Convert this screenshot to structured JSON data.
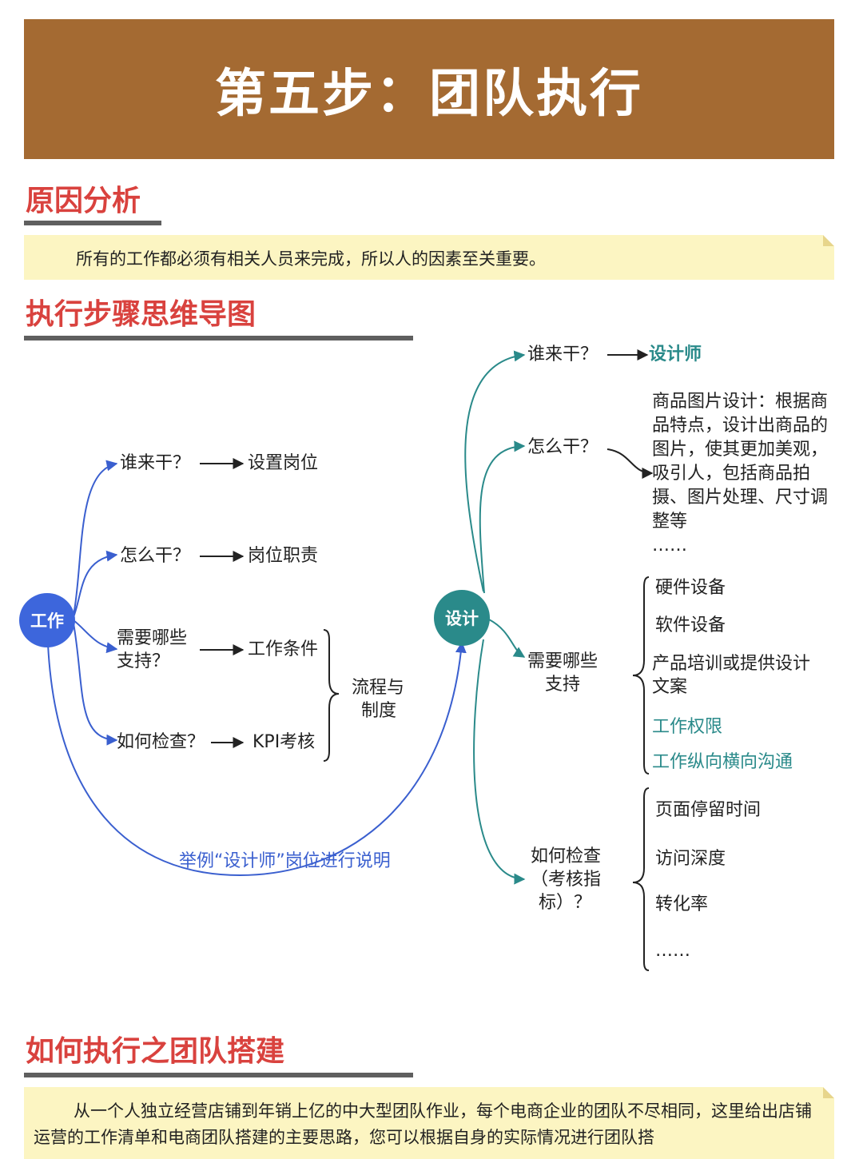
{
  "header": {
    "title": "第五步：团队执行"
  },
  "sections": {
    "reason": {
      "title": "原因分析",
      "text": "所有的工作都必须有相关人员来完成，所以人的因素至关重要。"
    },
    "mindmap": {
      "title": "执行步骤思维导图"
    },
    "team": {
      "title": "如何执行之团队搭建",
      "text": "从一个人独立经营店铺到年销上亿的中大型团队作业，每个电商企业的团队不尽相同，这里给出店铺运营的工作清单和电商团队搭建的主要思路，您可以根据自身的实际情况进行团队搭"
    }
  },
  "mindmap": {
    "left": {
      "root": "工作",
      "branches": [
        {
          "q": "谁来干？",
          "a": "设置岗位"
        },
        {
          "q": "怎么干？",
          "a": "岗位职责"
        },
        {
          "q": "需要哪些支持？",
          "q_lines": [
            "需要哪些",
            "支持？"
          ],
          "a": "工作条件"
        },
        {
          "q": "如何检查？",
          "a": "KPI考核"
        }
      ],
      "group_label_lines": [
        "流程与",
        "制度"
      ],
      "link_label": "举例“设计师”岗位进行说明"
    },
    "right": {
      "root": "设计",
      "who": {
        "q": "谁来干？",
        "a": "设计师"
      },
      "how": {
        "q": "怎么干？",
        "desc_lines": [
          "商品图片设计：根据商",
          "品特点，设计出商品的",
          "图片，使其更加美观，",
          "吸引人，包括商品拍",
          "摄、图片处理、尺寸调",
          "整等"
        ],
        "ellipsis": "……"
      },
      "support": {
        "q_lines": [
          "需要哪些",
          "支持"
        ],
        "items": [
          "硬件设备",
          "软件设备",
          "工作权限",
          "工作纵向横向沟通"
        ],
        "item3_lines": [
          "产品培训或提供设计",
          "文案"
        ]
      },
      "check": {
        "q_lines": [
          "如何检查",
          "（考核指",
          "标）？"
        ],
        "items": [
          "页面停留时间",
          "访问深度",
          "转化率",
          "……"
        ]
      }
    }
  },
  "colors": {
    "banner": "#a46a32",
    "title_red": "#d9423e",
    "blue": "#3a5fcf",
    "teal": "#2a8a8a",
    "note_bg": "#fcf5c2"
  }
}
